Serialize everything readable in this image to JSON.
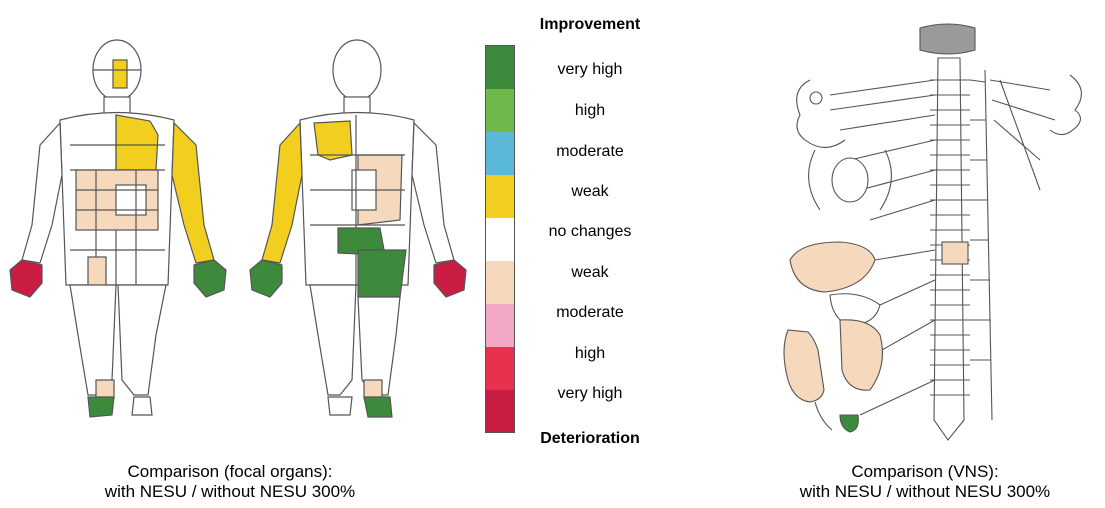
{
  "colors": {
    "very_high_improvement": "#3d8a3d",
    "high_improvement": "#6fb84a",
    "moderate_improvement": "#5bb8d6",
    "weak_improvement": "#f2cf1f",
    "no_changes": "#ffffff",
    "weak_deterioration": "#f6d8bc",
    "moderate_deterioration": "#f2a8c4",
    "high_deterioration": "#e8314f",
    "very_high_deterioration": "#c91d44",
    "outline": "#555555"
  },
  "legend": {
    "top_label": "Improvement",
    "bottom_label": "Deterioration",
    "items": [
      {
        "label": "very high"
      },
      {
        "label": "high"
      },
      {
        "label": "moderate"
      },
      {
        "label": "weak"
      },
      {
        "label": "no changes"
      },
      {
        "label": "weak"
      },
      {
        "label": "moderate"
      },
      {
        "label": "high"
      },
      {
        "label": "very high"
      }
    ]
  },
  "captions": {
    "left_line1": "Comparison (focal organs):",
    "left_line2": "with NESU / without NESU 300%",
    "right_line1": "Comparison (VNS):",
    "right_line2": "with NESU / without NESU 300%"
  }
}
